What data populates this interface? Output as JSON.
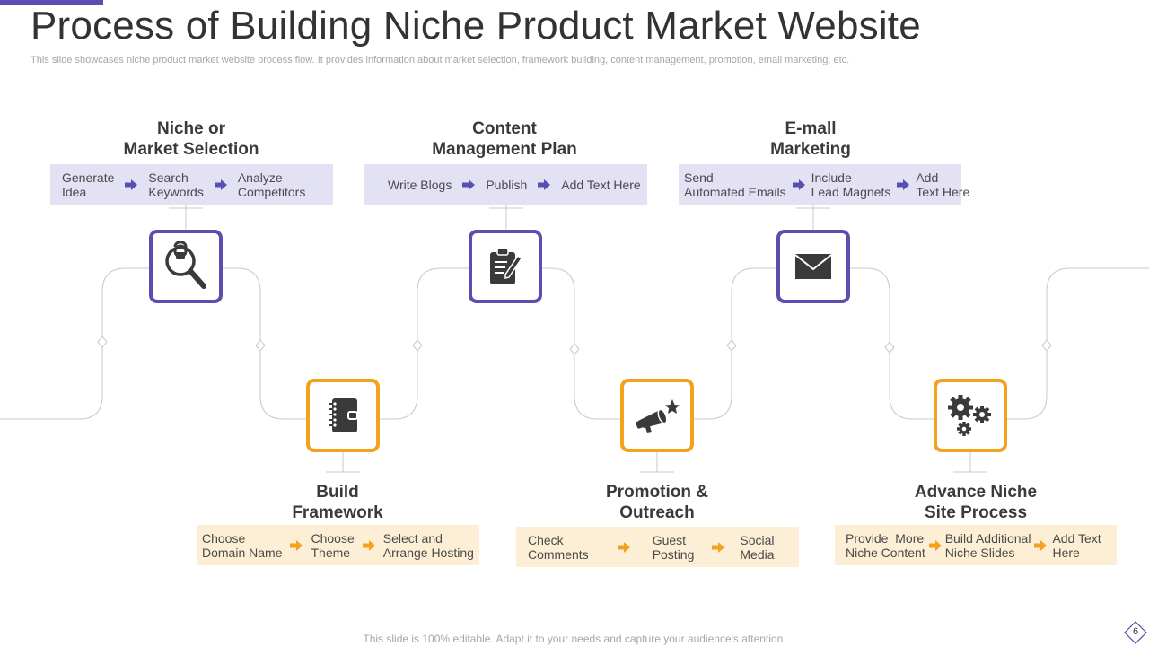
{
  "slide": {
    "title": "Process of Building Niche Product Market Website",
    "subtitle": "This slide showcases niche product market website process flow. It provides information about market selection, framework building, content management, promotion, email marketing, etc.",
    "footer": "This slide is 100% editable. Adapt it to your needs and capture your audience's attention.",
    "page_number": "6"
  },
  "colors": {
    "purple": "#5a4fb0",
    "orange": "#f4a11e",
    "purple_box": "#e3e1f4",
    "orange_box": "#fcefd6",
    "connector": "#c8c8c8"
  },
  "steps": {
    "niche": {
      "title": [
        "Niche or",
        "Market Selection"
      ],
      "icon": "magnifier-lock-icon",
      "items": [
        [
          "Generate",
          "Idea"
        ],
        [
          "Search",
          "Keywords"
        ],
        [
          "Analyze",
          "Competitors"
        ]
      ]
    },
    "framework": {
      "title": [
        "Build",
        "Framework"
      ],
      "icon": "notebook-icon",
      "items": [
        [
          "Choose",
          "Domain Name"
        ],
        [
          "Choose",
          "Theme"
        ],
        [
          "Select and",
          "Arrange Hosting"
        ]
      ]
    },
    "content": {
      "title": [
        "Content",
        "Management Plan"
      ],
      "icon": "clipboard-pen-icon",
      "items": [
        [
          "Write Blogs"
        ],
        [
          "Publish"
        ],
        [
          "Add Text Here"
        ]
      ]
    },
    "promotion": {
      "title": [
        "Promotion &",
        "Outreach"
      ],
      "icon": "megaphone-star-icon",
      "items": [
        [
          "Check",
          "Comments"
        ],
        [
          "Guest",
          "Posting"
        ],
        [
          "Social",
          "Media"
        ]
      ]
    },
    "email": {
      "title": [
        "E-mall",
        "Marketing"
      ],
      "icon": "envelope-icon",
      "items": [
        [
          "Send",
          "Automated Emails"
        ],
        [
          "Include",
          "Lead Magnets"
        ],
        [
          "Add",
          "Text Here"
        ]
      ]
    },
    "advance": {
      "title": [
        "Advance Niche",
        "Site Process"
      ],
      "icon": "gears-icon",
      "items": [
        [
          "Provide  More",
          "Niche Content"
        ],
        [
          "Build Additional",
          "Niche Slides"
        ],
        [
          "Add Text",
          "Here"
        ]
      ]
    }
  }
}
